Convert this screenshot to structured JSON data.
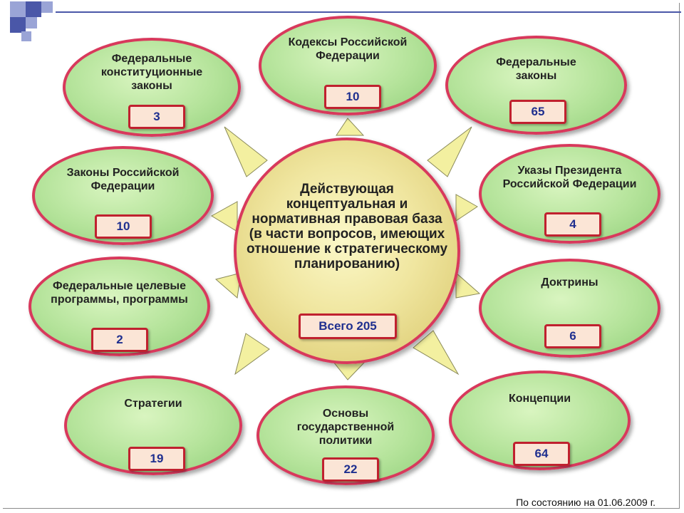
{
  "center": {
    "title": "Действующая концептуальная и нормативная правовая база (в части вопросов, имеющих отношение к стратегическому планированию)",
    "total": "Всего 205"
  },
  "items": [
    {
      "label": "Федеральные конституционные законы",
      "count": "3"
    },
    {
      "label": "Кодексы Российской Федерации",
      "count": "10"
    },
    {
      "label": "Федеральные законы",
      "count": "65"
    },
    {
      "label": "Законы Российской Федерации",
      "count": "10"
    },
    {
      "label": "Указы Президента Российской Федерации",
      "count": "4"
    },
    {
      "label": "Федеральные целевые программы, программы",
      "count": "2"
    },
    {
      "label": "Доктрины",
      "count": "6"
    },
    {
      "label": "Стратегии",
      "count": "19"
    },
    {
      "label": "Основы государственной политики",
      "count": "22"
    },
    {
      "label": "Концепции",
      "count": "64"
    }
  ],
  "footer": "По состоянию на 01.06.2009 г.",
  "colors": {
    "oval_border": "#d8395c",
    "badge_border": "#c0212f",
    "badge_text": "#1f2f8f",
    "ray_fill": "#f3f0a0"
  }
}
